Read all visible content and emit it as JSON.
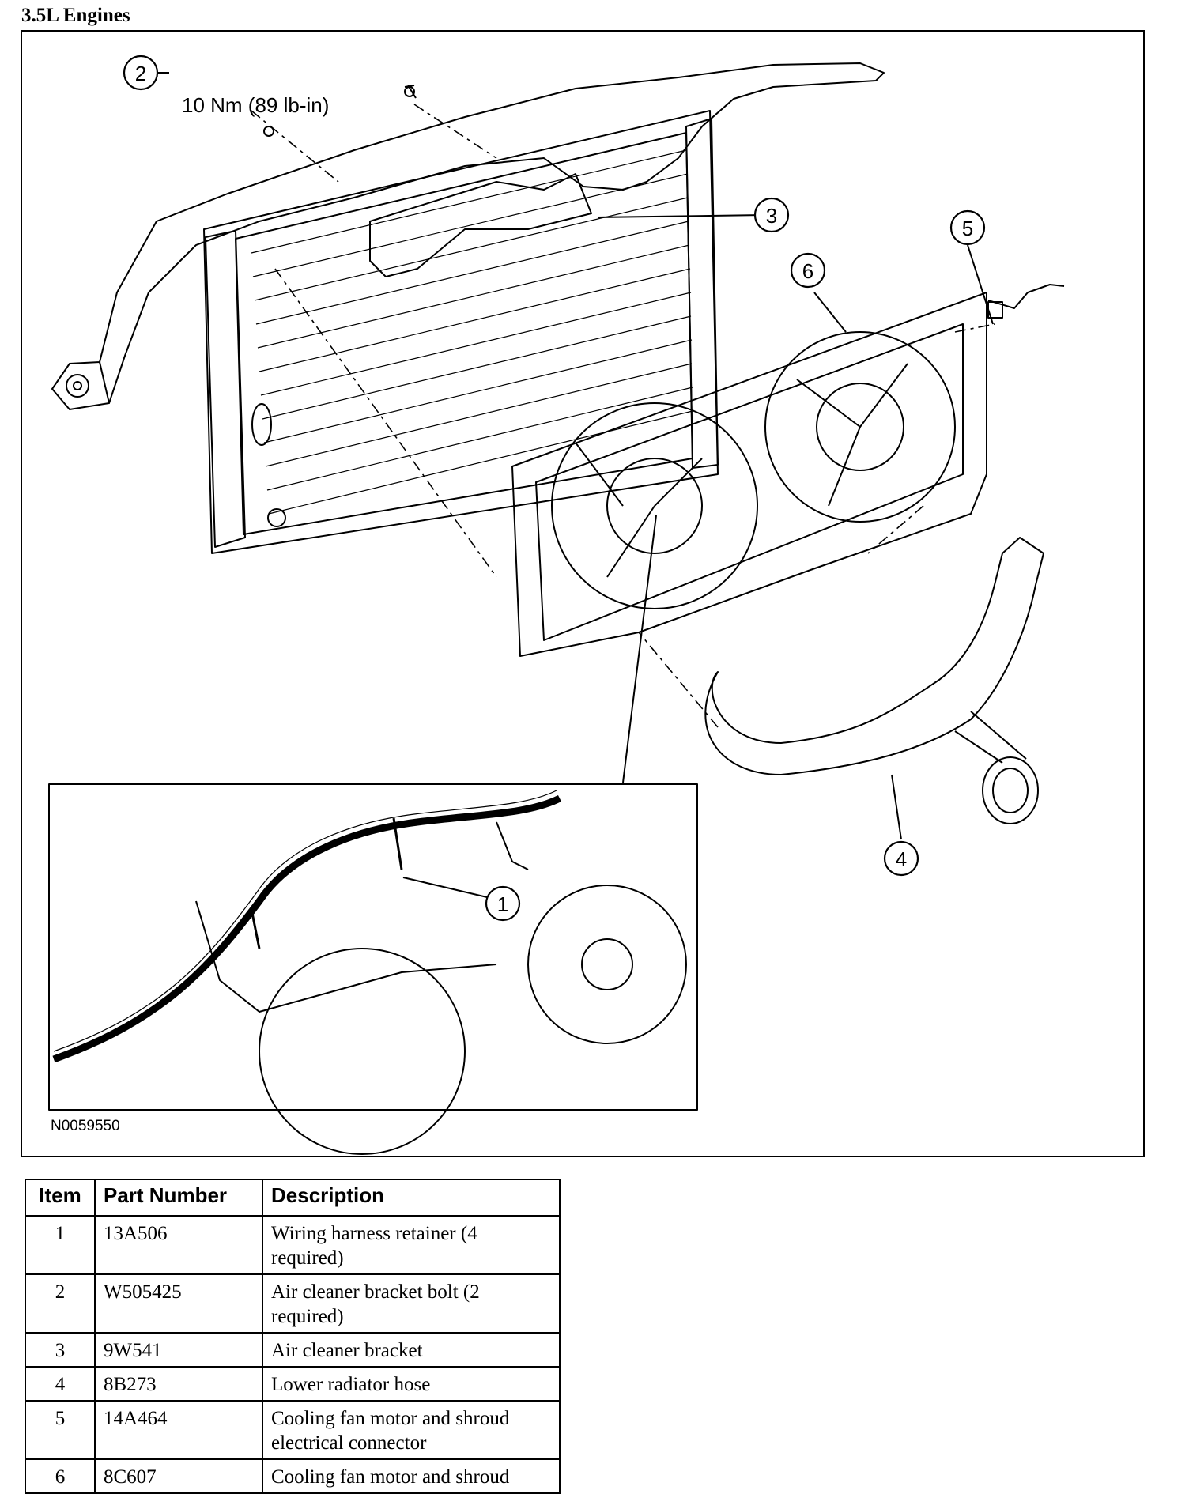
{
  "section_title": "3.5L Engines",
  "figure": {
    "id_label": "N0059550",
    "torque_callout": {
      "item": "2",
      "text": "10 Nm (89 lb-in)"
    },
    "callouts": [
      "1",
      "2",
      "3",
      "4",
      "5",
      "6"
    ]
  },
  "parts_table": {
    "headers": [
      "Item",
      "Part Number",
      "Description"
    ],
    "rows": [
      {
        "item": "1",
        "part_number": "13A506",
        "description": "Wiring harness retainer (4 required)"
      },
      {
        "item": "2",
        "part_number": "W505425",
        "description": "Air cleaner bracket bolt (2 required)"
      },
      {
        "item": "3",
        "part_number": "9W541",
        "description": "Air cleaner bracket"
      },
      {
        "item": "4",
        "part_number": "8B273",
        "description": "Lower radiator hose"
      },
      {
        "item": "5",
        "part_number": "14A464",
        "description": "Cooling fan motor and shroud electrical connector"
      },
      {
        "item": "6",
        "part_number": "8C607",
        "description": "Cooling fan motor and shroud"
      }
    ]
  }
}
